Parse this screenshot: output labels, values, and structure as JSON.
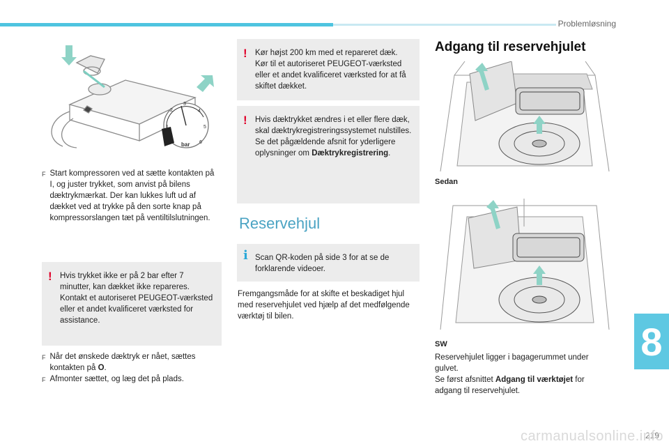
{
  "header": {
    "section_title": "Problemløsning"
  },
  "chapter_number": "8",
  "page_number": "219",
  "watermark": "carmanualsonline.info",
  "compressor_gauge": {
    "unit_label": "bar",
    "scale": [
      "1",
      "2",
      "3",
      "4",
      "5",
      "6"
    ]
  },
  "left_column": {
    "bullet1": "Start kompressoren ved at sætte kontakten på I, og juster trykket, som anvist på bilens dæktrykmærkat. Der kan lukkes luft ud af dækket ved at trykke på den sorte knap på kompressorslangen tæt på ventiltilslutningen.",
    "warning": "Hvis trykket ikke er på 2 bar efter 7 minutter, kan dækket ikke repareres. Kontakt et autoriseret PEUGEOT-værksted eller et andet kvalificeret værksted for assistance.",
    "bullet2_before": "Når det ønskede dæktryk er nået, sættes kontakten på ",
    "bullet2_bold": "O",
    "bullet2_after": ".",
    "bullet3": "Afmonter sættet, og læg det på plads."
  },
  "middle_column": {
    "warning1": "Kør højst 200 km med et repareret dæk. Kør til et autoriseret PEUGEOT-værksted eller et andet kvalificeret værksted for at få skiftet dækket.",
    "warning2_text": "Hvis dæktrykket ændres i et eller flere dæk, skal dæktrykregistreringssystemet nulstilles.",
    "warning2_ref_before": "Se det pågældende afsnit for yderligere oplysninger om ",
    "warning2_ref_bold": "Dæktrykregistrering",
    "warning2_ref_after": ".",
    "heading": "Reservehjul",
    "info": "Scan QR-koden på side 3 for at se de forklarende videoer.",
    "paragraph": "Fremgangsmåde for at skifte et beskadiget hjul med reservehjulet ved hjælp af det medfølgende værktøj til bilen."
  },
  "right_column": {
    "heading": "Adgang til reservehjulet",
    "caption_sedan": "Sedan",
    "caption_sw": "SW",
    "text1": "Reservehjulet ligger i bagagerummet under gulvet.",
    "text2_before": "Se først afsnittet ",
    "text2_bold": "Adgang til værktøjet",
    "text2_after": " for adgang til reservehjulet."
  },
  "colors": {
    "accent": "#4ec4e0",
    "warning": "#e0002a",
    "info": "#2aa8d8",
    "arrow": "#7dd0c2"
  }
}
